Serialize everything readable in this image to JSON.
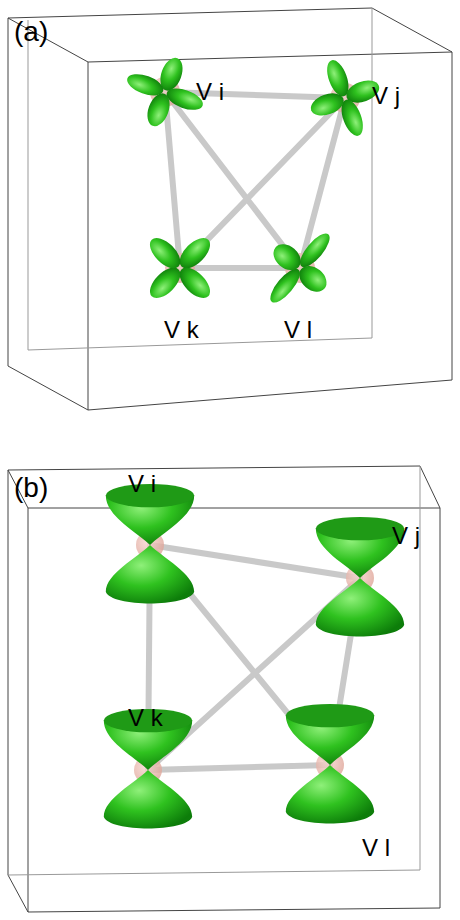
{
  "diagram": {
    "labels": [
      "(a)",
      "V i",
      "V j",
      "V k",
      "V l",
      "(b)",
      "V i",
      "V j",
      "V k",
      "V l"
    ]
  }
}
